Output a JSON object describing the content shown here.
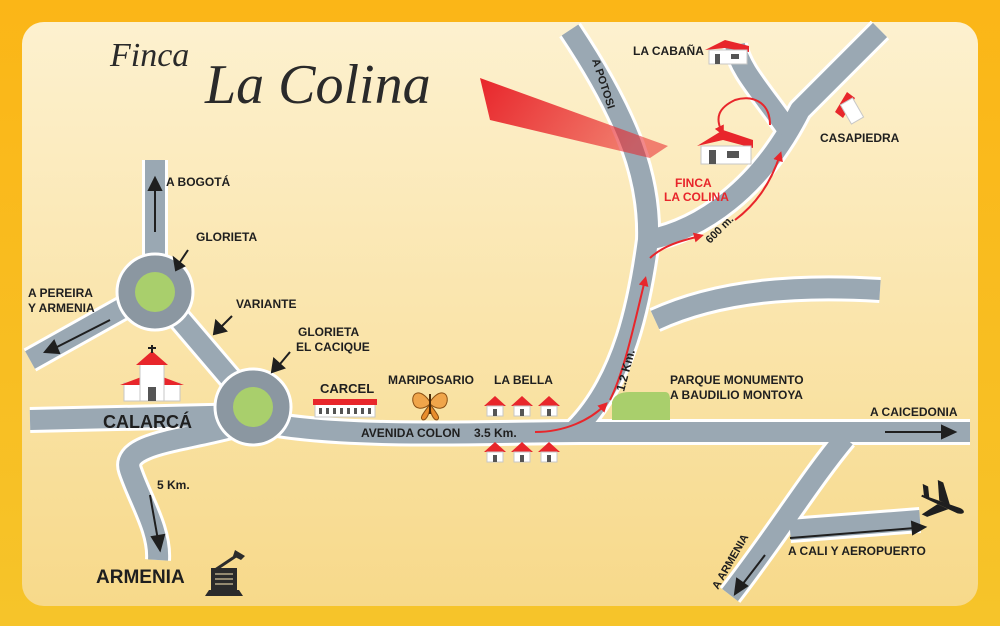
{
  "title": {
    "line1": "Finca",
    "line2": "La Colina"
  },
  "labels": {
    "a_bogota": "A BOGOTÁ",
    "glorieta": "GLORIETA",
    "a_pereira_1": "A PEREIRA",
    "a_pereira_2": "Y ARMENIA",
    "variante": "VARIANTE",
    "glorieta_cacique_1": "GLORIETA",
    "glorieta_cacique_2": "EL CACIQUE",
    "calarca": "CALARCÁ",
    "km5": "5 Km.",
    "armenia_city": "ARMENIA",
    "carcel": "CARCEL",
    "mariposario": "MARIPOSARIO",
    "la_bella": "LA BELLA",
    "avenida_colon": "AVENIDA COLON",
    "km35": "3.5 Km.",
    "km12": "1.2 Km.",
    "parque_1": "PARQUE MONUMENTO",
    "parque_2": "A BAUDILIO MONTOYA",
    "a_caicedonia": "A CAICEDONIA",
    "a_potosi": "A POTOSI",
    "la_cabana": "LA CABAÑA",
    "casapiedra": "CASAPIEDRA",
    "finca_1": "FINCA",
    "finca_2": "LA COLINA",
    "m600": "600 m.",
    "a_armenia_road": "A ARMENIA",
    "a_cali": "A CALI Y AEROPUERTO"
  },
  "colors": {
    "frame": "#f7b21c",
    "map_bg": "#fbe7b4",
    "road": "#9aa8b3",
    "road_edge": "#ffffff",
    "route": "#e8262b",
    "roundabout_fill": "#a9cf6c",
    "roundabout_ring": "#8b97a1",
    "park": "#a9cf6c",
    "house_roof": "#e8262b",
    "highlight": "#e8262b"
  },
  "icons": [
    "church-icon",
    "house-icon",
    "butterfly-icon",
    "airplane-icon",
    "lumberjack-icon"
  ]
}
